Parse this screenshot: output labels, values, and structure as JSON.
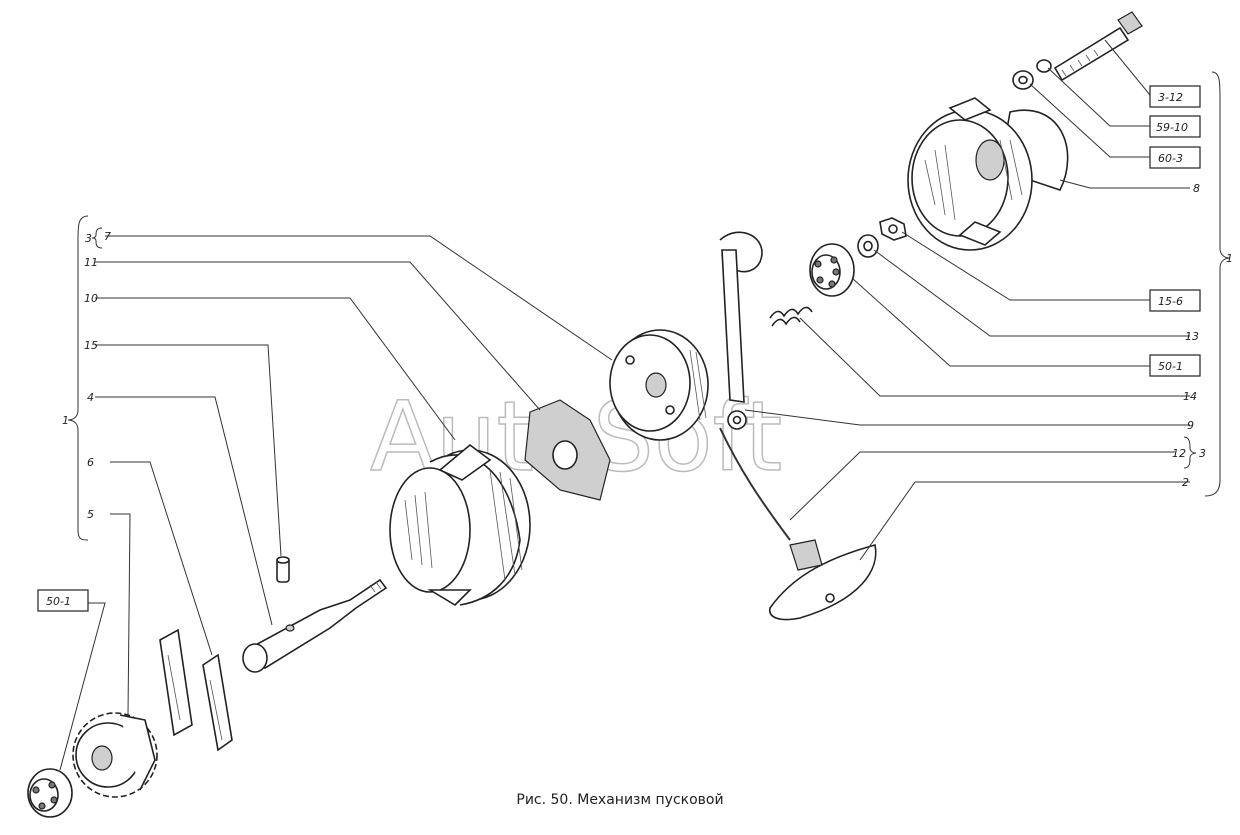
{
  "figure": {
    "caption": "Рис. 50. Механизм пусковой",
    "watermark": "AutoSoft"
  },
  "callouts": {
    "box_3_12": "3-12",
    "box_59_10": "59-10",
    "box_60_3": "60-3",
    "lbl_8": "8",
    "box_15_6": "15-6",
    "lbl_13": "13",
    "box_50_1_right": "50-1",
    "lbl_14": "14",
    "lbl_9": "9",
    "lbl_12": "12",
    "lbl_3_right": "3",
    "lbl_2": "2",
    "lbl_1_right": "1",
    "lbl_3_left": "3",
    "lbl_7": "7",
    "lbl_11": "11",
    "lbl_10": "10",
    "lbl_15": "15",
    "lbl_4": "4",
    "lbl_6": "6",
    "lbl_5": "5",
    "lbl_1_left": "1",
    "box_50_1_left": "50-1"
  }
}
